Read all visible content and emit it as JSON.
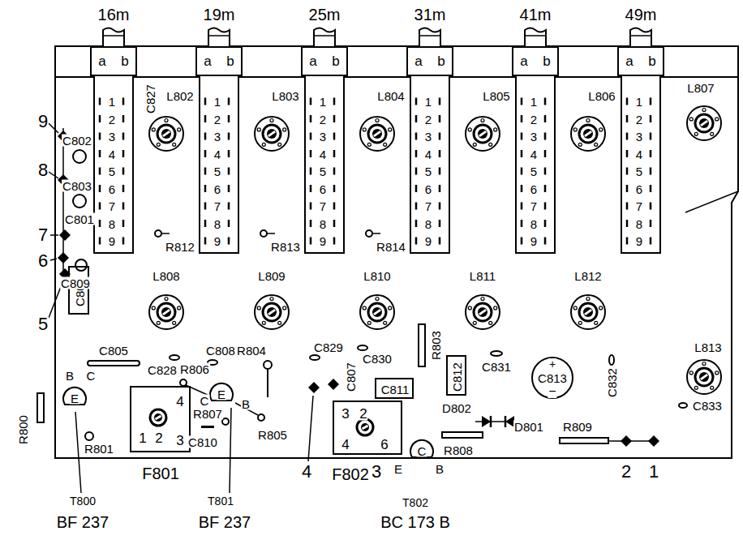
{
  "diagram": {
    "nodes": [
      {
        "text": [
          "16m",
          "a",
          "b",
          "1",
          "2",
          "3",
          "4",
          "5",
          "6",
          "7",
          "8",
          "9"
        ]
      },
      {
        "text": [
          "19m",
          "a",
          "b",
          "1",
          "2",
          "3",
          "4",
          "5",
          "6",
          "7",
          "8",
          "9"
        ]
      },
      {
        "text": [
          "25m",
          "a",
          "b",
          "1",
          "2",
          "3",
          "4",
          "5",
          "6",
          "7",
          "8",
          "9"
        ]
      },
      {
        "text": [
          "31m",
          "a",
          "b",
          "1",
          "2",
          "3",
          "4",
          "5",
          "6",
          "7",
          "8",
          "9"
        ]
      },
      {
        "text": [
          "41m",
          "a",
          "b",
          "1",
          "2",
          "3",
          "4",
          "5",
          "6",
          "7",
          "8",
          "9"
        ]
      },
      {
        "text": [
          "49m",
          "a",
          "b",
          "1",
          "2",
          "3",
          "4",
          "5",
          "6",
          "7",
          "8",
          "9"
        ]
      },
      {
        "text": [
          "C804"
        ]
      },
      {
        "text": [
          "E"
        ]
      },
      {
        "text": [
          "4",
          "1",
          "2",
          "3"
        ]
      },
      {
        "text": [
          "E"
        ]
      },
      {
        "text": [
          "3",
          "2",
          "4",
          "6"
        ]
      },
      {
        "text": [
          "C811"
        ]
      },
      {
        "text": [
          "C812"
        ]
      },
      {
        "text": [
          "C"
        ]
      },
      {
        "text": [
          "+",
          "C813",
          "−"
        ]
      }
    ],
    "labels": [
      "9",
      "C802",
      "8",
      "C803",
      "C801",
      "7",
      "6",
      "C809",
      "5",
      "C827",
      "L802",
      "L803",
      "L804",
      "L805",
      "L806",
      "L807",
      "R812",
      "R813",
      "R814",
      "L808",
      "L809",
      "L810",
      "L811",
      "L812",
      "C805",
      "C828",
      "C808",
      "R804",
      "C829",
      "C830",
      "C807",
      "R803",
      "C831",
      "C832",
      "L813",
      "C833",
      "R806",
      "R807",
      "C810",
      "R805",
      "D802",
      "D801",
      "R808",
      "R809",
      "B",
      "C",
      "R800",
      "R801",
      "C",
      "B",
      "E",
      "B",
      "F801",
      "4",
      "F802",
      "3",
      "2",
      "1",
      "T800",
      "BF 237",
      "T801",
      "BF 237",
      "T802",
      "BC 173 B"
    ]
  }
}
